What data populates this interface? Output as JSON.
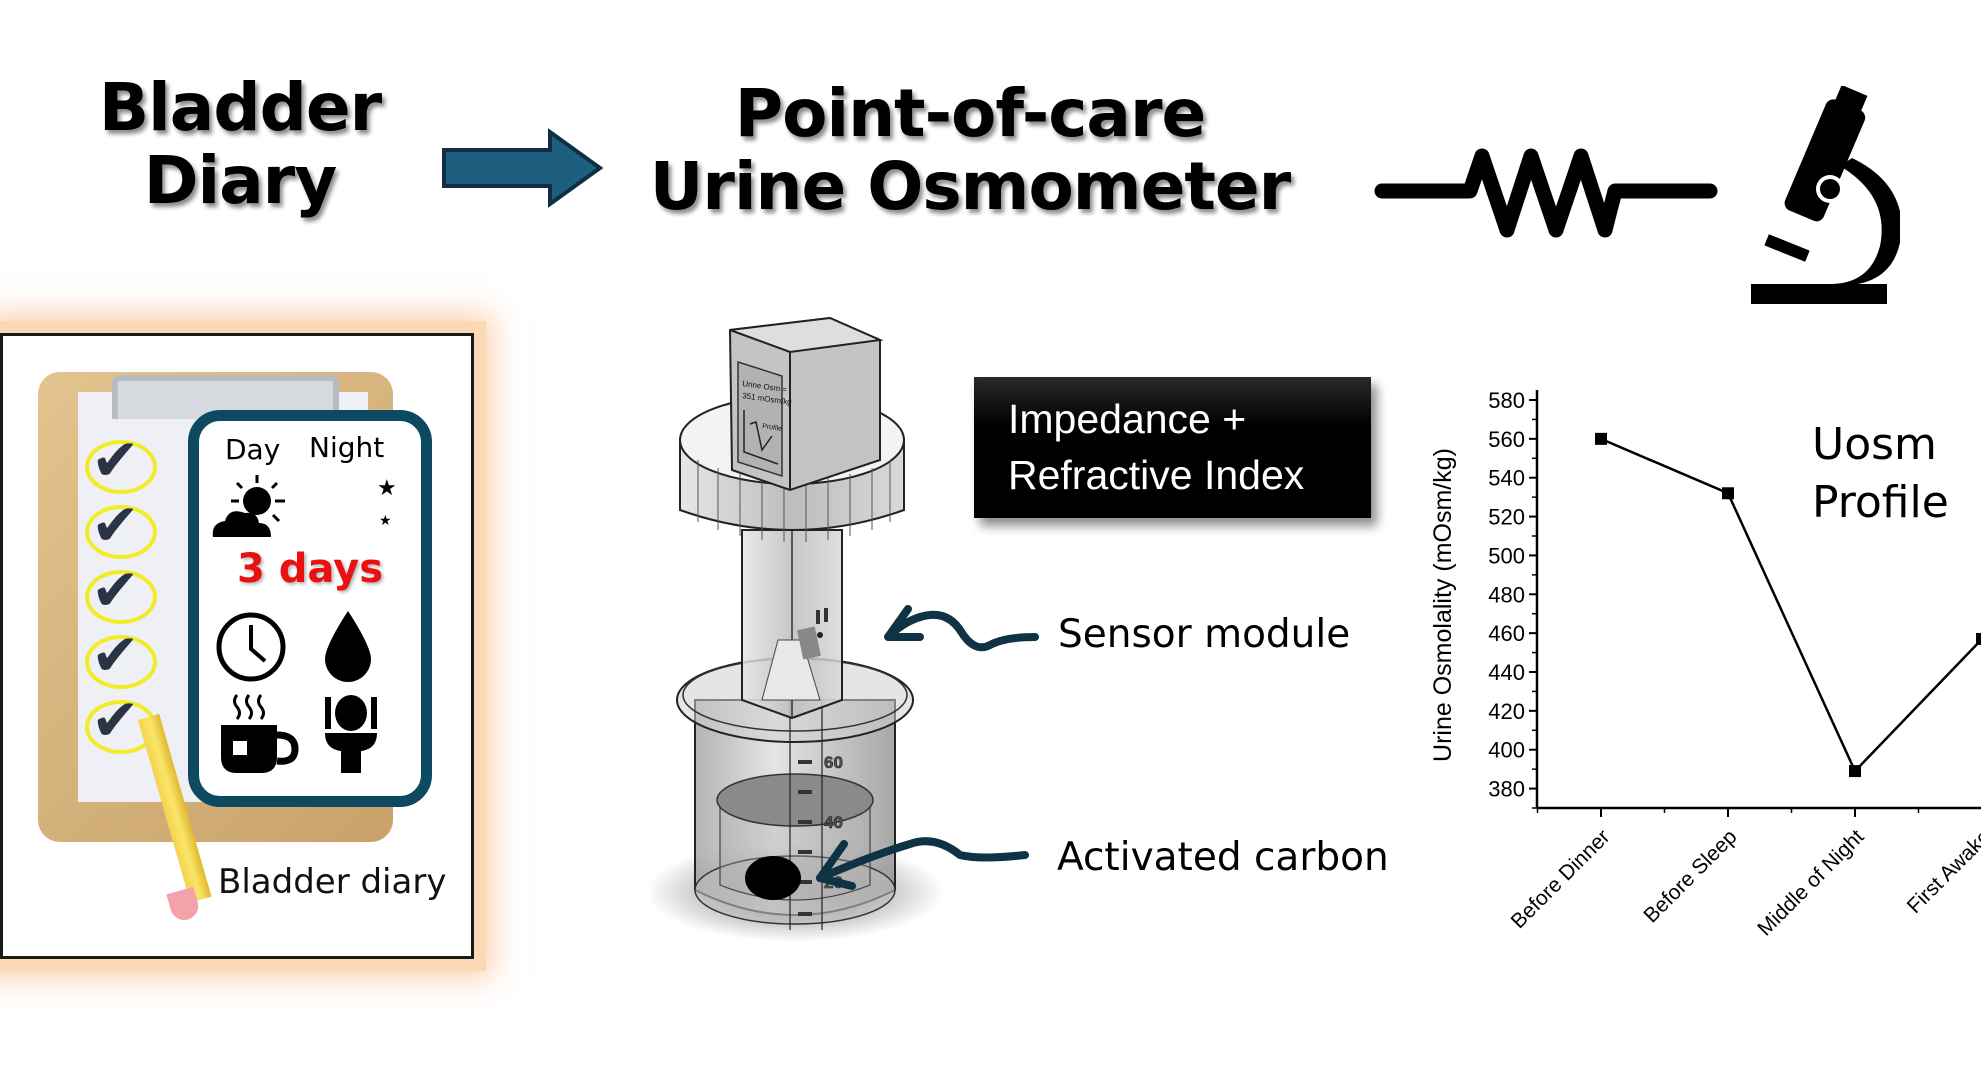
{
  "header": {
    "left_title": [
      "Bladder",
      "Diary"
    ],
    "center_title": [
      "Point-of-care",
      "Urine Osmometer"
    ],
    "flow_arrow_color": "#1e5f80",
    "icons": [
      "resistor-icon",
      "microscope-icon"
    ]
  },
  "bladder_diary": {
    "card_labels": {
      "day": "Day",
      "night": "Night"
    },
    "duration": "3 days",
    "duration_color": "#e81010",
    "card_border_color": "#0d4a62",
    "checklist_count": 5,
    "caption": "Bladder diary",
    "icons": [
      "sun-cloud-icon",
      "moon-stars-icon",
      "clock-icon",
      "droplet-icon",
      "hot-drink-icon",
      "toilet-icon"
    ]
  },
  "device": {
    "screen_text": [
      "Urine Osm =",
      "351 mOsm/kg"
    ],
    "screen_profile_label": "Profile",
    "beaker_scale": [
      "60",
      "40",
      "20"
    ],
    "measurement_box": [
      "Impedance +",
      "Refractive Index"
    ],
    "callouts": {
      "sensor": "Sensor module",
      "carbon": "Activated carbon"
    }
  },
  "chart_data": {
    "type": "line",
    "title": "",
    "annotation": [
      "Uosm",
      "Profile"
    ],
    "xlabel": "",
    "ylabel": "Urine Osmolality (mOsm/kg)",
    "categories": [
      "Before Dinner",
      "Before Sleep",
      "Middle of Night",
      "First Awake"
    ],
    "series": [
      {
        "name": "Uosm",
        "values": [
          560,
          532,
          389,
          457
        ],
        "marker": "square"
      }
    ],
    "ylim": [
      370,
      580
    ],
    "yticks": [
      380,
      400,
      420,
      440,
      460,
      480,
      500,
      520,
      540,
      560,
      580
    ],
    "grid": false,
    "legend": "none"
  }
}
